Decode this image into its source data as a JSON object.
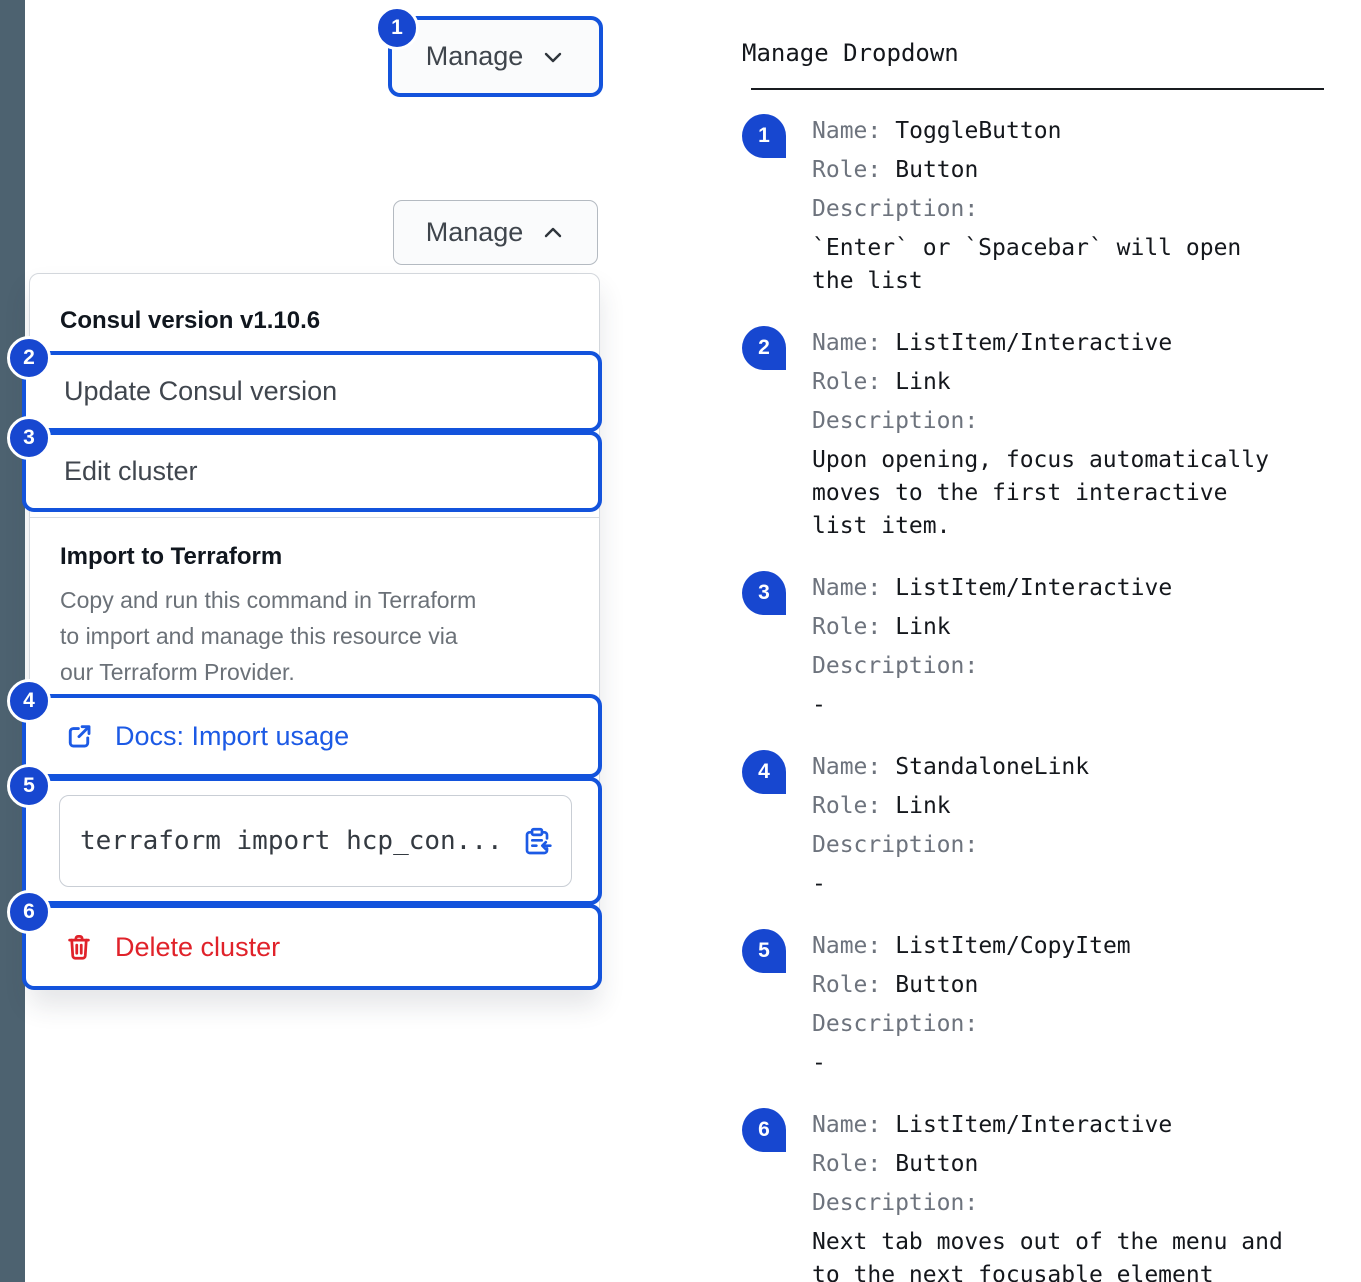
{
  "toggle_button": {
    "label": "Manage"
  },
  "open_button": {
    "label": "Manage"
  },
  "dropdown": {
    "version_header": "Consul version v1.10.6",
    "update_item": "Update Consul version",
    "edit_item": "Edit cluster",
    "terraform_section": {
      "title": "Import to Terraform",
      "description": "Copy and run this command in Terraform\nto import and manage this resource via\nour Terraform Provider."
    },
    "docs_link": "Docs: Import usage",
    "code_snippet": "terraform import hcp_con...",
    "delete_item": "Delete cluster"
  },
  "colors": {
    "annotation_blue": "#1747d0",
    "outline_blue": "#1353dc",
    "link_blue": "#1c5ae5",
    "critical_red": "#e0222a",
    "rail_slate": "#4d6270"
  },
  "legend": {
    "title": "Manage Dropdown",
    "name_label": "Name:",
    "role_label": "Role:",
    "description_label": "Description:",
    "rows": [
      {
        "num": "1",
        "name": "ToggleButton",
        "role": "Button",
        "description": "`Enter` or `Spacebar` will open\nthe list"
      },
      {
        "num": "2",
        "name": "ListItem/Interactive",
        "role": "Link",
        "description": "Upon opening, focus automatically\nmoves to the first interactive\nlist item."
      },
      {
        "num": "3",
        "name": "ListItem/Interactive",
        "role": "Link",
        "description": "-"
      },
      {
        "num": "4",
        "name": "StandaloneLink",
        "role": "Link",
        "description": "-"
      },
      {
        "num": "5",
        "name": "ListItem/CopyItem",
        "role": "Button",
        "description": "-"
      },
      {
        "num": "6",
        "name": "ListItem/Interactive",
        "role": "Button",
        "description": "Next tab moves out of the menu and\nto the next focusable element"
      }
    ]
  }
}
